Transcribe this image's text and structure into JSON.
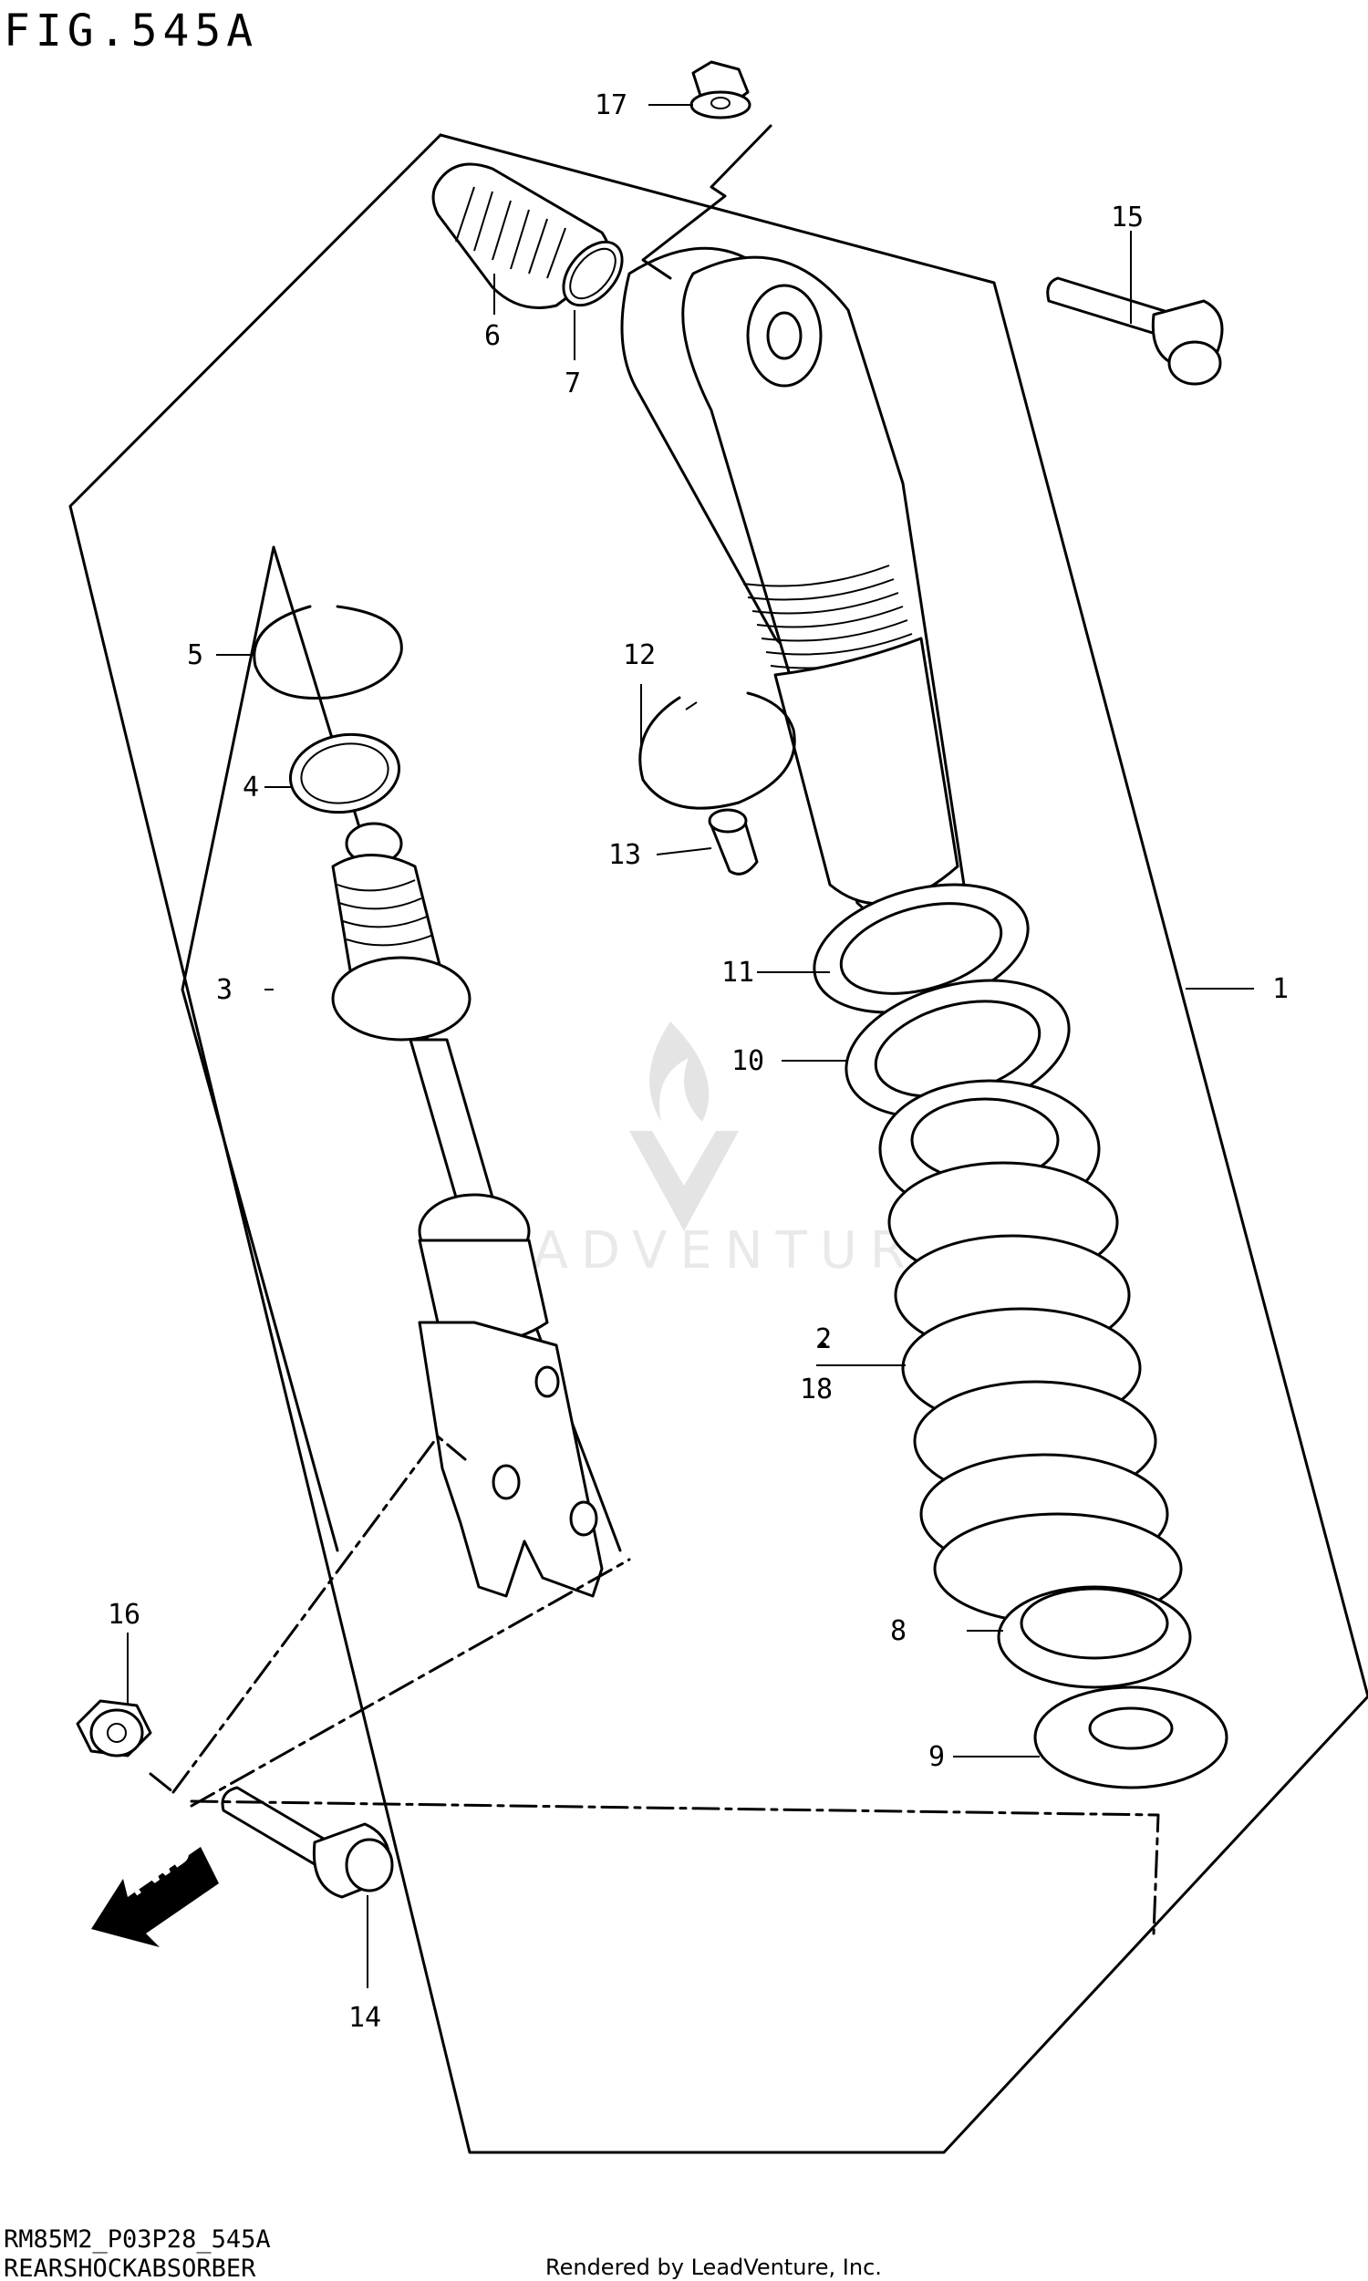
{
  "figure": {
    "title": "FIG.545A"
  },
  "footer": {
    "code": "RM85M2_P03P28_545A",
    "section": "REARSHOCKABSORBER",
    "credit": "Rendered by LeadVenture, Inc."
  },
  "watermark": {
    "text": "LEADVENTURE"
  },
  "direction_arrow": {
    "label": "FWD"
  },
  "callouts": [
    {
      "id": "1",
      "label": "1"
    },
    {
      "id": "2",
      "label": "2"
    },
    {
      "id": "3",
      "label": "3"
    },
    {
      "id": "4",
      "label": "4"
    },
    {
      "id": "5",
      "label": "5"
    },
    {
      "id": "6",
      "label": "6"
    },
    {
      "id": "7",
      "label": "7"
    },
    {
      "id": "8",
      "label": "8"
    },
    {
      "id": "9",
      "label": "9"
    },
    {
      "id": "10",
      "label": "10"
    },
    {
      "id": "11",
      "label": "11"
    },
    {
      "id": "12",
      "label": "12"
    },
    {
      "id": "13",
      "label": "13"
    },
    {
      "id": "14",
      "label": "14"
    },
    {
      "id": "15",
      "label": "15"
    },
    {
      "id": "16",
      "label": "16"
    },
    {
      "id": "17",
      "label": "17"
    },
    {
      "id": "18",
      "label": "18"
    }
  ]
}
